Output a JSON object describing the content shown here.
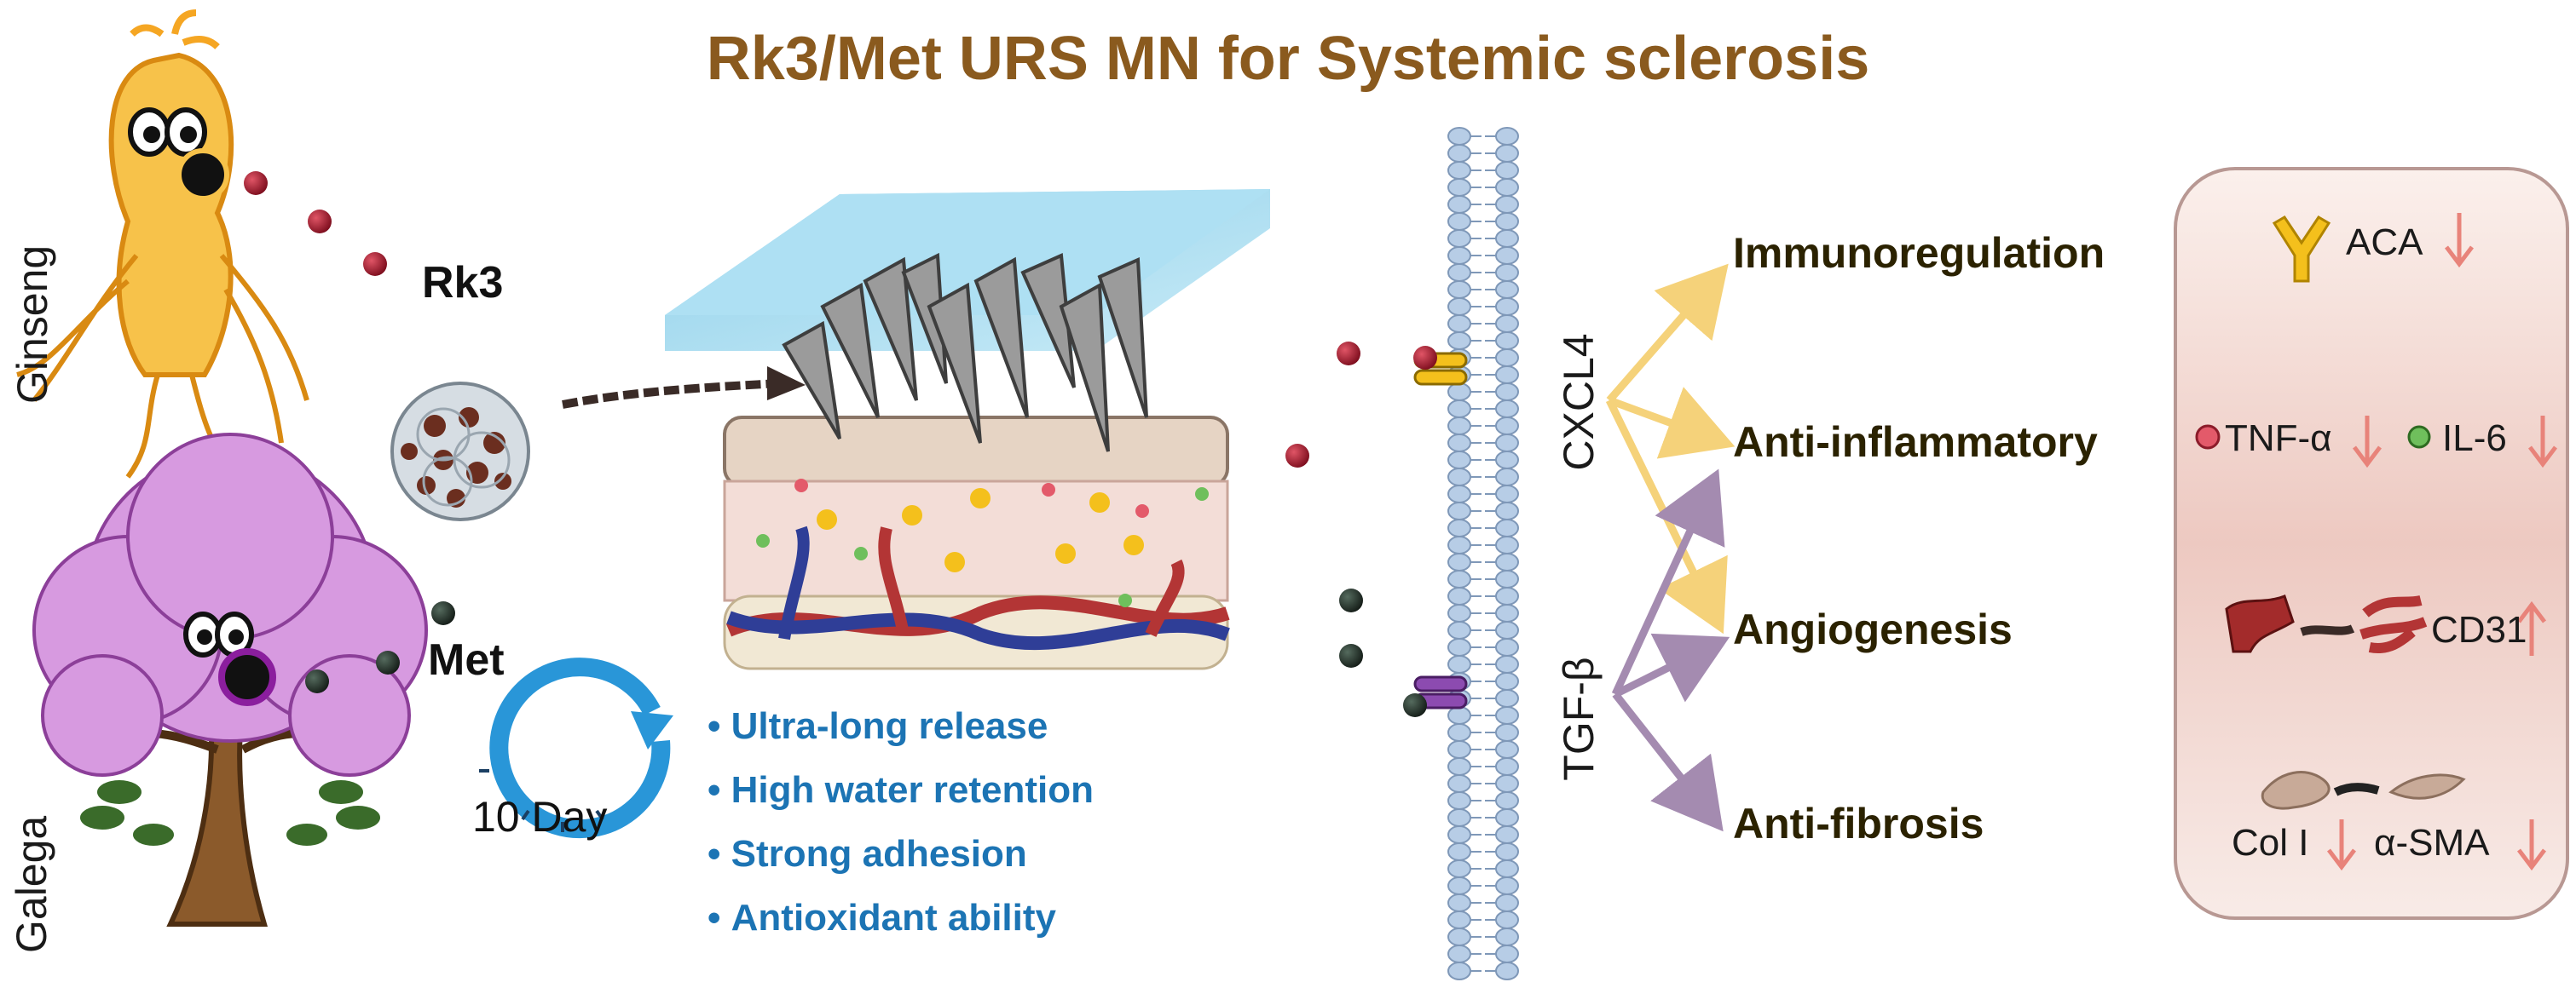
{
  "title": "Rk3/Met URS MN for Systemic sclerosis",
  "sources": {
    "plant1": "Ginseng",
    "plant2": "Galega",
    "drug1": "Rk3",
    "drug2": "Met"
  },
  "release_timer": "10 Day",
  "features": [
    "Ultra-long release",
    "High water retention",
    "Strong adhesion",
    "Antioxidant ability"
  ],
  "pathways": {
    "p1": "CXCL4",
    "p2": "TGF-β"
  },
  "outcomes": [
    "Immunoregulation",
    "Anti-inflammatory",
    "Angiogenesis",
    "Anti-fibrosis"
  ],
  "markers": {
    "aca": "ACA",
    "tnf": "TNF-α",
    "il6": "IL-6",
    "cd31": "CD31",
    "col1": "Col I",
    "asma": "α-SMA"
  },
  "colors": {
    "title": "#8a5a1e",
    "feature_text": "#1c74b4",
    "arrow_yellow": "#f5d27a",
    "arrow_purple": "#a48bb0",
    "marker_arrow": "#e8837a",
    "panel_fill": "#f3dcd6"
  }
}
